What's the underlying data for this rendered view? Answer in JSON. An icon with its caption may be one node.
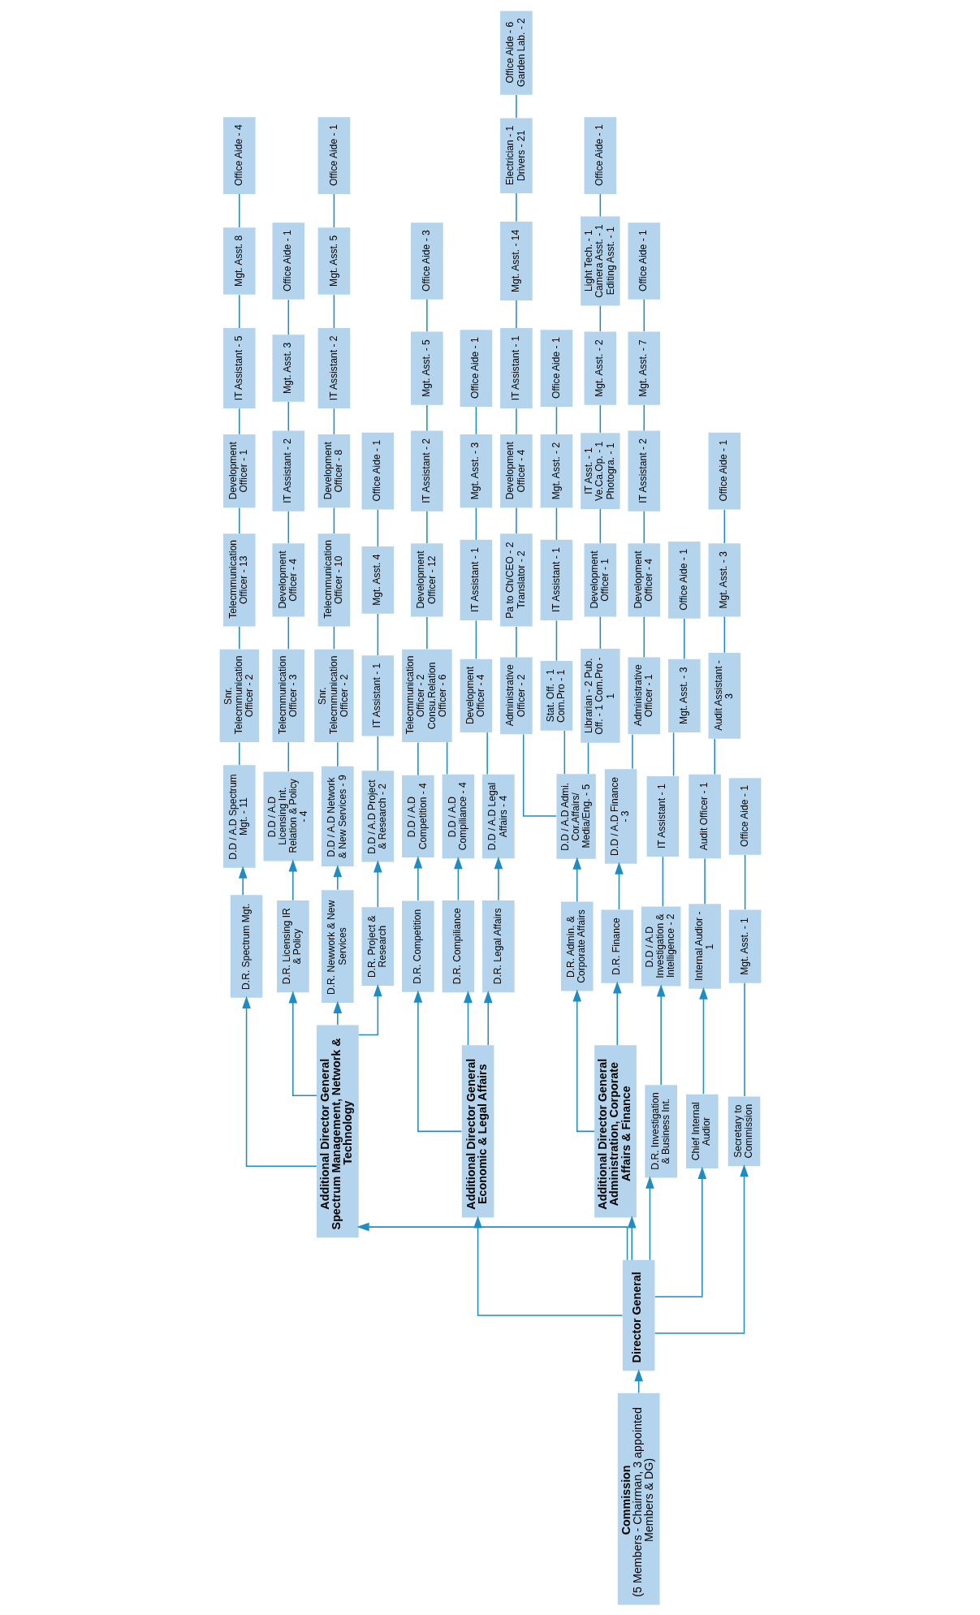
{
  "diagram": {
    "nodes": [
      {
        "text": [
          "Commission",
          "(5 Members - Chairman, 3 appointed Members & DG)"
        ]
      },
      {
        "text": [
          "Director General"
        ]
      },
      {
        "text": [
          "Additional Director General Spectrum Management, Network & Technology"
        ]
      },
      {
        "text": [
          "Additional Director General Economic & Legal Affairs"
        ]
      },
      {
        "text": [
          "Additional Director General Administration, Corporate Affairs & Finance"
        ]
      },
      {
        "text": [
          "D.R. Spectrum Mgt."
        ]
      },
      {
        "text": [
          "D.R. Licensing IR & Policy"
        ]
      },
      {
        "text": [
          "D.R. Newwork & New Services"
        ]
      },
      {
        "text": [
          "D.R. Project & Research"
        ]
      },
      {
        "text": [
          "D.R. Competition"
        ]
      },
      {
        "text": [
          "D.R. Compiliance"
        ]
      },
      {
        "text": [
          "D.R. Legal Affairs"
        ]
      },
      {
        "text": [
          "D.R. Admin. & Corporate Affairs"
        ]
      },
      {
        "text": [
          "D.R. Finance"
        ]
      },
      {
        "text": [
          "D.R. Investigation & Business Int."
        ]
      },
      {
        "text": [
          "Chief Internal Audior"
        ]
      },
      {
        "text": [
          "Secretary to Commission"
        ]
      },
      {
        "text": [
          "D.D / A.D Spectrum Mgt. - 11"
        ]
      },
      {
        "text": [
          "Snr. Telecmmunication Officer - 2"
        ]
      },
      {
        "text": [
          "Telecmmunication Officer - 13"
        ]
      },
      {
        "text": [
          "Development Officer - 1"
        ]
      },
      {
        "text": [
          "IT Assistant - 5"
        ]
      },
      {
        "text": [
          "Mgt. Asst. 8"
        ]
      },
      {
        "text": [
          "Office Aide - 4"
        ]
      },
      {
        "text": [
          "D.D / A.D Licensing Int. Relation & Policy - 4"
        ]
      },
      {
        "text": [
          "Telecmmunication Officer - 3"
        ]
      },
      {
        "text": [
          "Development Officer - 4"
        ]
      },
      {
        "text": [
          "IT Assistant - 2"
        ]
      },
      {
        "text": [
          "Mgt. Asst. 3"
        ]
      },
      {
        "text": [
          "Office Aide - 1"
        ]
      },
      {
        "text": [
          "D.D / A.D Network & New Services - 9"
        ]
      },
      {
        "text": [
          "Snr. Telecmmunication Officer - 2"
        ]
      },
      {
        "text": [
          "Telecmmunication Officer - 10"
        ]
      },
      {
        "text": [
          "Development Officer - 8"
        ]
      },
      {
        "text": [
          "IT Assistant - 2"
        ]
      },
      {
        "text": [
          "Mgt. Asst. 5"
        ]
      },
      {
        "text": [
          "Office Aide - 1"
        ]
      },
      {
        "text": [
          "D.D / A.D Project & Research - 2"
        ]
      },
      {
        "text": [
          "IT Assistant - 1"
        ]
      },
      {
        "text": [
          "Mgt. Asst. 4"
        ]
      },
      {
        "text": [
          "Office Aide - 1"
        ]
      },
      {
        "text": [
          "D.D / A.D Competition - 4"
        ]
      },
      {
        "text": [
          "D.D / A.D Compiliance - 4"
        ]
      },
      {
        "text": [
          "Telecmmunication Officer - 2 Consu.Relation Officer - 6"
        ]
      },
      {
        "text": [
          "Development Officer - 12"
        ]
      },
      {
        "text": [
          "IT Assistant - 2"
        ]
      },
      {
        "text": [
          "Mgt. Asst. - 5"
        ]
      },
      {
        "text": [
          "Office Aide - 3"
        ]
      },
      {
        "text": [
          "D.D / A.D Legal Affairs - 4"
        ]
      },
      {
        "text": [
          "Development Officer - 4"
        ]
      },
      {
        "text": [
          "IT Assistant - 1"
        ]
      },
      {
        "text": [
          "Mgt. Asst. - 3"
        ]
      },
      {
        "text": [
          "Office Aide - 1"
        ]
      },
      {
        "text": [
          "D.D / A.D Admi. Cor.Affairs/ Media/Eng. - 5"
        ]
      },
      {
        "text": [
          "Administrative Officer - 2"
        ]
      },
      {
        "text": [
          "Pa to Ch/CEO - 2 Translator - 2"
        ]
      },
      {
        "text": [
          "Development Officer - 4"
        ]
      },
      {
        "text": [
          "IT Assistant - 1"
        ]
      },
      {
        "text": [
          "Mgt. Asst. - 14"
        ]
      },
      {
        "text": [
          "Electrician - 1 Drivers - 21"
        ]
      },
      {
        "text": [
          "Office Aide - 6 Garden Lab. - 2"
        ]
      },
      {
        "text": [
          "Stat. Off. - 1 Com.Pro - 1"
        ]
      },
      {
        "text": [
          "IT Assistant - 1"
        ]
      },
      {
        "text": [
          "Mgt. Asst. - 2"
        ]
      },
      {
        "text": [
          "Office Aide - 1"
        ]
      },
      {
        "text": [
          "Librarian - 2 Pub. Off. - 1 Com.Pro - 1"
        ]
      },
      {
        "text": [
          "Development Officer - 1"
        ]
      },
      {
        "text": [
          "IT Asst. - 1 Ve.Ca.Op. - 1 Photogra. - 1"
        ]
      },
      {
        "text": [
          "Mgt. Asst. - 2"
        ]
      },
      {
        "text": [
          "Light Tech. - 1 Camera Asst. - 1 Editing Asst. - 1"
        ]
      },
      {
        "text": [
          "Office Aide - 1"
        ]
      },
      {
        "text": [
          "D.D / A.D Finance - 3"
        ]
      },
      {
        "text": [
          "Administrative Officer - 1"
        ]
      },
      {
        "text": [
          "Development Officer - 4"
        ]
      },
      {
        "text": [
          "IT Assistant - 2"
        ]
      },
      {
        "text": [
          "Mgt. Asst. - 7"
        ]
      },
      {
        "text": [
          "Office Aide - 1"
        ]
      },
      {
        "text": [
          "D.D / A.D Investigation & Intelligence - 2"
        ]
      },
      {
        "text": [
          "IT Assistant - 1"
        ]
      },
      {
        "text": [
          "Mgt. Asst. - 3"
        ]
      },
      {
        "text": [
          "Office Aide - 1"
        ]
      },
      {
        "text": [
          "Internal Audior - 1"
        ]
      },
      {
        "text": [
          "Audit Officer - 1"
        ]
      },
      {
        "text": [
          "Audit Assistant - 3"
        ]
      },
      {
        "text": [
          "Mgt. Asst. - 3"
        ]
      },
      {
        "text": [
          "Office Aide - 1"
        ]
      },
      {
        "text": [
          "Mgt. Asst. - 1"
        ]
      },
      {
        "text": [
          "Office Aide - 1"
        ]
      }
    ],
    "edges": [
      {
        "from": 0,
        "to": 1,
        "arrow": "to"
      },
      {
        "from": 1,
        "to": 2,
        "arrow": "to"
      },
      {
        "from": 1,
        "to": 3,
        "arrow": "to"
      },
      {
        "from": 1,
        "to": 4,
        "arrow": "to"
      },
      {
        "from": 1,
        "to": 14,
        "arrow": "to"
      },
      {
        "from": 1,
        "to": 15,
        "arrow": "to"
      },
      {
        "from": 1,
        "to": 16,
        "arrow": "to"
      },
      {
        "from": 2,
        "to": 5,
        "arrow": "to"
      },
      {
        "from": 2,
        "to": 6,
        "arrow": "to"
      },
      {
        "from": 2,
        "to": 7,
        "arrow": "to"
      },
      {
        "from": 2,
        "to": 8,
        "arrow": "to"
      },
      {
        "from": 3,
        "to": 9,
        "arrow": "to"
      },
      {
        "from": 3,
        "to": 10,
        "arrow": "to"
      },
      {
        "from": 3,
        "to": 11,
        "arrow": "to"
      },
      {
        "from": 4,
        "to": 12,
        "arrow": "to"
      },
      {
        "from": 4,
        "to": 13,
        "arrow": "to"
      },
      {
        "from": 5,
        "to": 17,
        "arrow": "to"
      },
      {
        "from": 17,
        "to": 18,
        "arrow": "none"
      },
      {
        "from": 18,
        "to": 19,
        "arrow": "none"
      },
      {
        "from": 19,
        "to": 20,
        "arrow": "none"
      },
      {
        "from": 20,
        "to": 21,
        "arrow": "none"
      },
      {
        "from": 21,
        "to": 22,
        "arrow": "none"
      },
      {
        "from": 22,
        "to": 23,
        "arrow": "none"
      },
      {
        "from": 6,
        "to": 24,
        "arrow": "to"
      },
      {
        "from": 24,
        "to": 25,
        "arrow": "none"
      },
      {
        "from": 25,
        "to": 26,
        "arrow": "none"
      },
      {
        "from": 26,
        "to": 27,
        "arrow": "none"
      },
      {
        "from": 27,
        "to": 28,
        "arrow": "none"
      },
      {
        "from": 28,
        "to": 29,
        "arrow": "none"
      },
      {
        "from": 7,
        "to": 30,
        "arrow": "to"
      },
      {
        "from": 30,
        "to": 31,
        "arrow": "none"
      },
      {
        "from": 31,
        "to": 32,
        "arrow": "none"
      },
      {
        "from": 32,
        "to": 33,
        "arrow": "none"
      },
      {
        "from": 33,
        "to": 34,
        "arrow": "none"
      },
      {
        "from": 34,
        "to": 35,
        "arrow": "none"
      },
      {
        "from": 35,
        "to": 36,
        "arrow": "none"
      },
      {
        "from": 8,
        "to": 37,
        "arrow": "to"
      },
      {
        "from": 37,
        "to": 38,
        "arrow": "none"
      },
      {
        "from": 38,
        "to": 39,
        "arrow": "none"
      },
      {
        "from": 39,
        "to": 40,
        "arrow": "none"
      },
      {
        "from": 9,
        "to": 41,
        "arrow": "to"
      },
      {
        "from": 10,
        "to": 42,
        "arrow": "to"
      },
      {
        "from": 41,
        "to": 43,
        "arrow": "none"
      },
      {
        "from": 42,
        "to": 43,
        "arrow": "none"
      },
      {
        "from": 43,
        "to": 44,
        "arrow": "none"
      },
      {
        "from": 44,
        "to": 45,
        "arrow": "none"
      },
      {
        "from": 45,
        "to": 46,
        "arrow": "none"
      },
      {
        "from": 46,
        "to": 47,
        "arrow": "none"
      },
      {
        "from": 11,
        "to": 48,
        "arrow": "to"
      },
      {
        "from": 48,
        "to": 49,
        "arrow": "none"
      },
      {
        "from": 49,
        "to": 50,
        "arrow": "none"
      },
      {
        "from": 50,
        "to": 51,
        "arrow": "none"
      },
      {
        "from": 51,
        "to": 52,
        "arrow": "none"
      },
      {
        "from": 12,
        "to": 53,
        "arrow": "to"
      },
      {
        "from": 53,
        "to": 54,
        "arrow": "none"
      },
      {
        "from": 54,
        "to": 55,
        "arrow": "none"
      },
      {
        "from": 55,
        "to": 56,
        "arrow": "none"
      },
      {
        "from": 56,
        "to": 57,
        "arrow": "none"
      },
      {
        "from": 57,
        "to": 58,
        "arrow": "none"
      },
      {
        "from": 58,
        "to": 59,
        "arrow": "none"
      },
      {
        "from": 59,
        "to": 60,
        "arrow": "none"
      },
      {
        "from": 53,
        "to": 61,
        "arrow": "none"
      },
      {
        "from": 61,
        "to": 62,
        "arrow": "none"
      },
      {
        "from": 62,
        "to": 63,
        "arrow": "none"
      },
      {
        "from": 63,
        "to": 64,
        "arrow": "none"
      },
      {
        "from": 53,
        "to": 65,
        "arrow": "none"
      },
      {
        "from": 65,
        "to": 66,
        "arrow": "none"
      },
      {
        "from": 66,
        "to": 67,
        "arrow": "none"
      },
      {
        "from": 67,
        "to": 68,
        "arrow": "none"
      },
      {
        "from": 68,
        "to": 69,
        "arrow": "none"
      },
      {
        "from": 69,
        "to": 70,
        "arrow": "none"
      },
      {
        "from": 13,
        "to": 71,
        "arrow": "to"
      },
      {
        "from": 71,
        "to": 72,
        "arrow": "none"
      },
      {
        "from": 72,
        "to": 73,
        "arrow": "none"
      },
      {
        "from": 73,
        "to": 74,
        "arrow": "none"
      },
      {
        "from": 74,
        "to": 75,
        "arrow": "none"
      },
      {
        "from": 75,
        "to": 76,
        "arrow": "none"
      },
      {
        "from": 14,
        "to": 77,
        "arrow": "to"
      },
      {
        "from": 77,
        "to": 78,
        "arrow": "none"
      },
      {
        "from": 78,
        "to": 79,
        "arrow": "none"
      },
      {
        "from": 79,
        "to": 80,
        "arrow": "none"
      },
      {
        "from": 15,
        "to": 81,
        "arrow": "to"
      },
      {
        "from": 81,
        "to": 82,
        "arrow": "none"
      },
      {
        "from": 82,
        "to": 83,
        "arrow": "none"
      },
      {
        "from": 83,
        "to": 84,
        "arrow": "none"
      },
      {
        "from": 84,
        "to": 85,
        "arrow": "none"
      },
      {
        "from": 16,
        "to": 86,
        "arrow": "none"
      },
      {
        "from": 86,
        "to": 87,
        "arrow": "none"
      }
    ]
  }
}
